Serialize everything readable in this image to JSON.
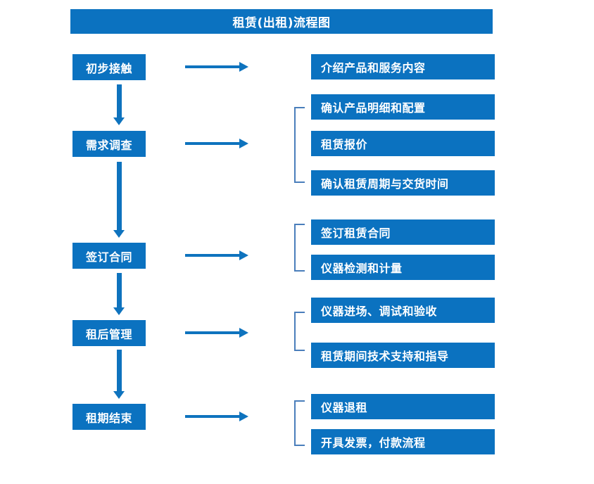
{
  "header": {
    "title": "租赁(出租)流程图"
  },
  "colors": {
    "box_blue": "#0B72C0",
    "arrow_blue": "#0E73BE",
    "bracket_blue": "#4A7EBB",
    "text_white": "#FFFFFF",
    "background": "#FFFFFF"
  },
  "stages": [
    {
      "label": "初步接触"
    },
    {
      "label": "需求调查"
    },
    {
      "label": "签订合同"
    },
    {
      "label": "租后管理"
    },
    {
      "label": "租期结束"
    }
  ],
  "details": [
    {
      "label": "介绍产品和服务内容"
    },
    {
      "label": "确认产品明细和配置"
    },
    {
      "label": "租赁报价"
    },
    {
      "label": "确认租赁周期与交货时间"
    },
    {
      "label": "签订租赁合同"
    },
    {
      "label": "仪器检测和计量"
    },
    {
      "label": "仪器进场、调试和验收"
    },
    {
      "label": "租赁期间技术支持和指导"
    },
    {
      "label": "仪器退租"
    },
    {
      "label": "开具发票，付款流程"
    }
  ],
  "groups": [
    {
      "stage": "初步接触",
      "details": [
        "介绍产品和服务内容"
      ],
      "bracketed": false
    },
    {
      "stage": "需求调查",
      "details": [
        "确认产品明细和配置",
        "租赁报价",
        "确认租赁周期与交货时间"
      ],
      "bracketed": true
    },
    {
      "stage": "签订合同",
      "details": [
        "签订租赁合同",
        "仪器检测和计量"
      ],
      "bracketed": true
    },
    {
      "stage": "租后管理",
      "details": [
        "仪器进场、调试和验收",
        "租赁期间技术支持和指导"
      ],
      "bracketed": true
    },
    {
      "stage": "租期结束",
      "details": [
        "仪器退租",
        "开具发票，付款流程"
      ],
      "bracketed": true
    }
  ]
}
